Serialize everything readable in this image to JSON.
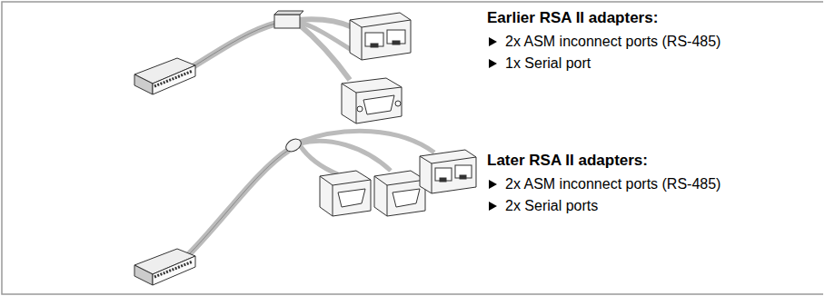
{
  "diagram": {
    "labels": [
      "Earlier RSA II adapters:",
      "2x ASM inconnect ports (RS-485)",
      "1x Serial port",
      "Later RSA II adapters:",
      "2x ASM inconnect ports (RS-485)",
      "2x Serial ports"
    ]
  }
}
